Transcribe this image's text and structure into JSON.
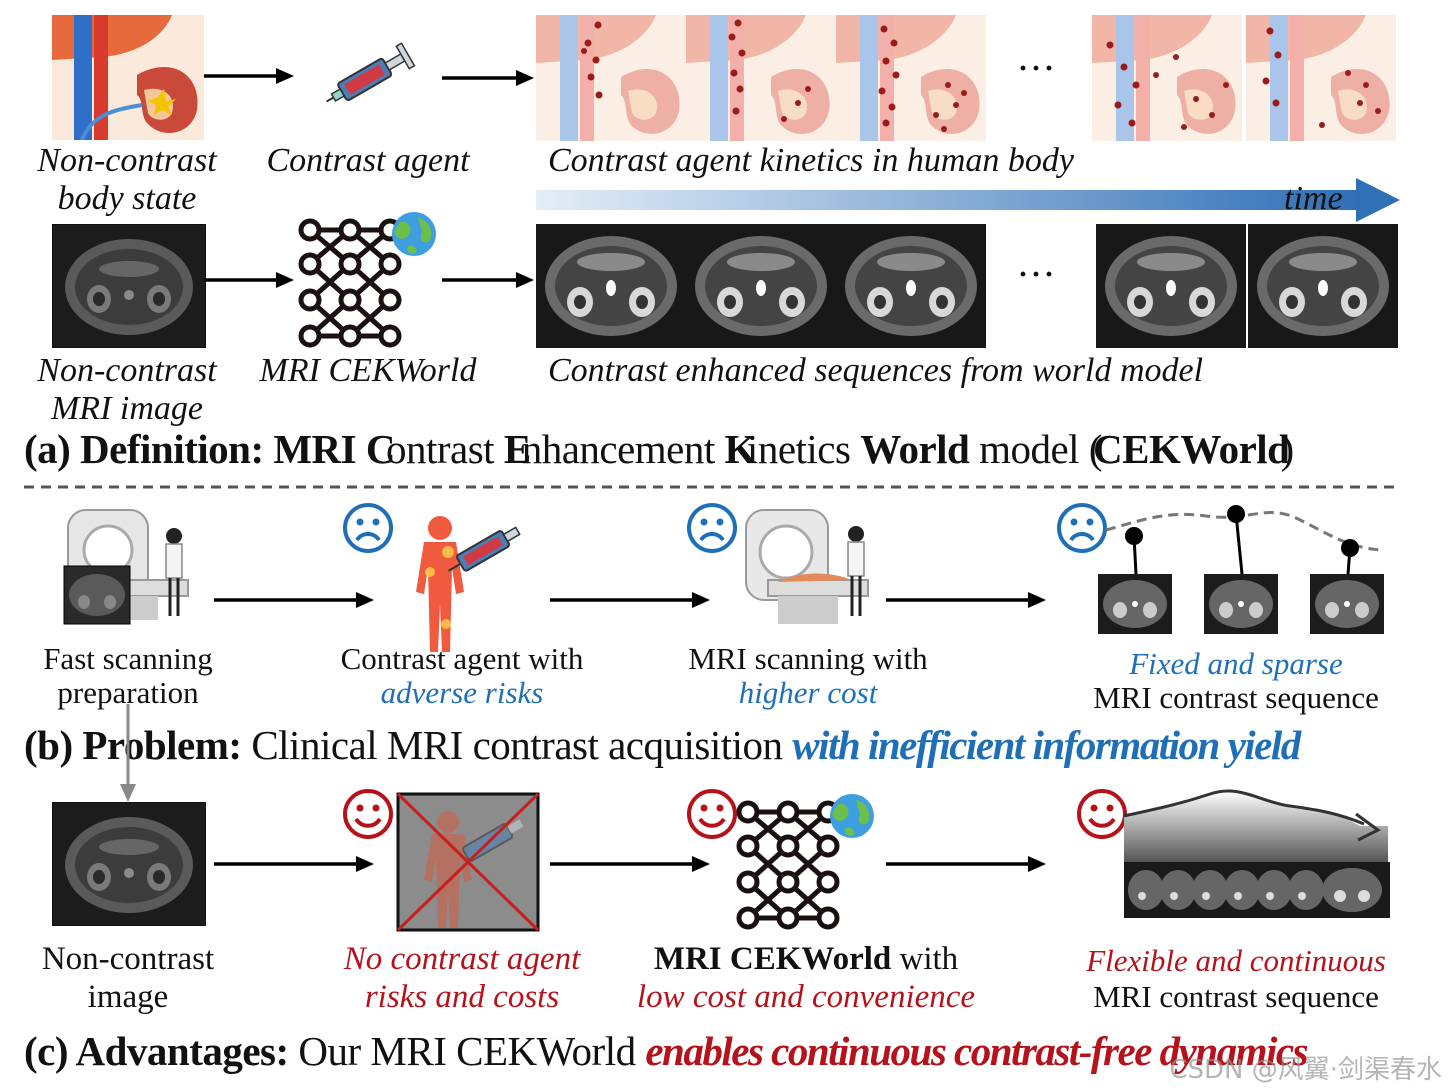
{
  "row1": {
    "label_body": [
      "Non-contrast",
      "body state"
    ],
    "label_agent": "Contrast agent",
    "label_kinetics": "Contrast agent kinetics in human body",
    "time_label": "time",
    "ellipsis": "···"
  },
  "row2": {
    "label_mri": [
      "Non-contrast",
      "MRI image"
    ],
    "label_model": "MRI CEKWorld",
    "label_sequences": "Contrast enhanced sequences from world model",
    "ellipsis": "···"
  },
  "title_a": {
    "prefix": "(a) Definition:",
    "w1b": "MRI",
    "w2b": "C",
    "w2": "ontrast",
    "w3b": "E",
    "w3": "nhancement",
    "w4b": "K",
    "w4": "inetics",
    "w5b": "World",
    "w6": "model (",
    "w7b": "CEKWorld",
    "w8": ")"
  },
  "problem": {
    "step1": [
      "Fast scanning",
      "preparation"
    ],
    "step2_line1": "Contrast agent with",
    "step2_line2": "adverse risks",
    "step3_line1": "MRI scanning with",
    "step3_line2": "higher cost",
    "step4_line1": "Fixed and sparse",
    "step4_line2": "MRI contrast sequence"
  },
  "title_b": {
    "prefix": "(b) Problem:",
    "text": "Clinical MRI contrast acquisition",
    "emph": "with inefficient information yield"
  },
  "advantage": {
    "step1": [
      "Non-contrast",
      "image"
    ],
    "step2_line1": "No contrast agent",
    "step2_line2": "risks and costs",
    "step3_bold": "MRI CEKWorld",
    "step3_rest": " with",
    "step3_line2": "low cost and convenience",
    "step4_line1": "Flexible and continuous",
    "step4_line2": "MRI contrast sequence"
  },
  "title_c": {
    "prefix": "(c) Advantages:",
    "text": "Our MRI CEKWorld",
    "emph": "enables continuous contrast-free dynamics"
  },
  "watermark": "CSDN @风翼·剑渠春水",
  "colors": {
    "blue": "#1f6fb8",
    "red": "#b5121b",
    "arrow": "#000000"
  },
  "icons": [
    "kidney-illustration",
    "syringe-icon",
    "globe-icon",
    "neural-network-icon",
    "sad-face-icon",
    "happy-face-icon",
    "mri-scanner-icon",
    "human-body-icon"
  ]
}
